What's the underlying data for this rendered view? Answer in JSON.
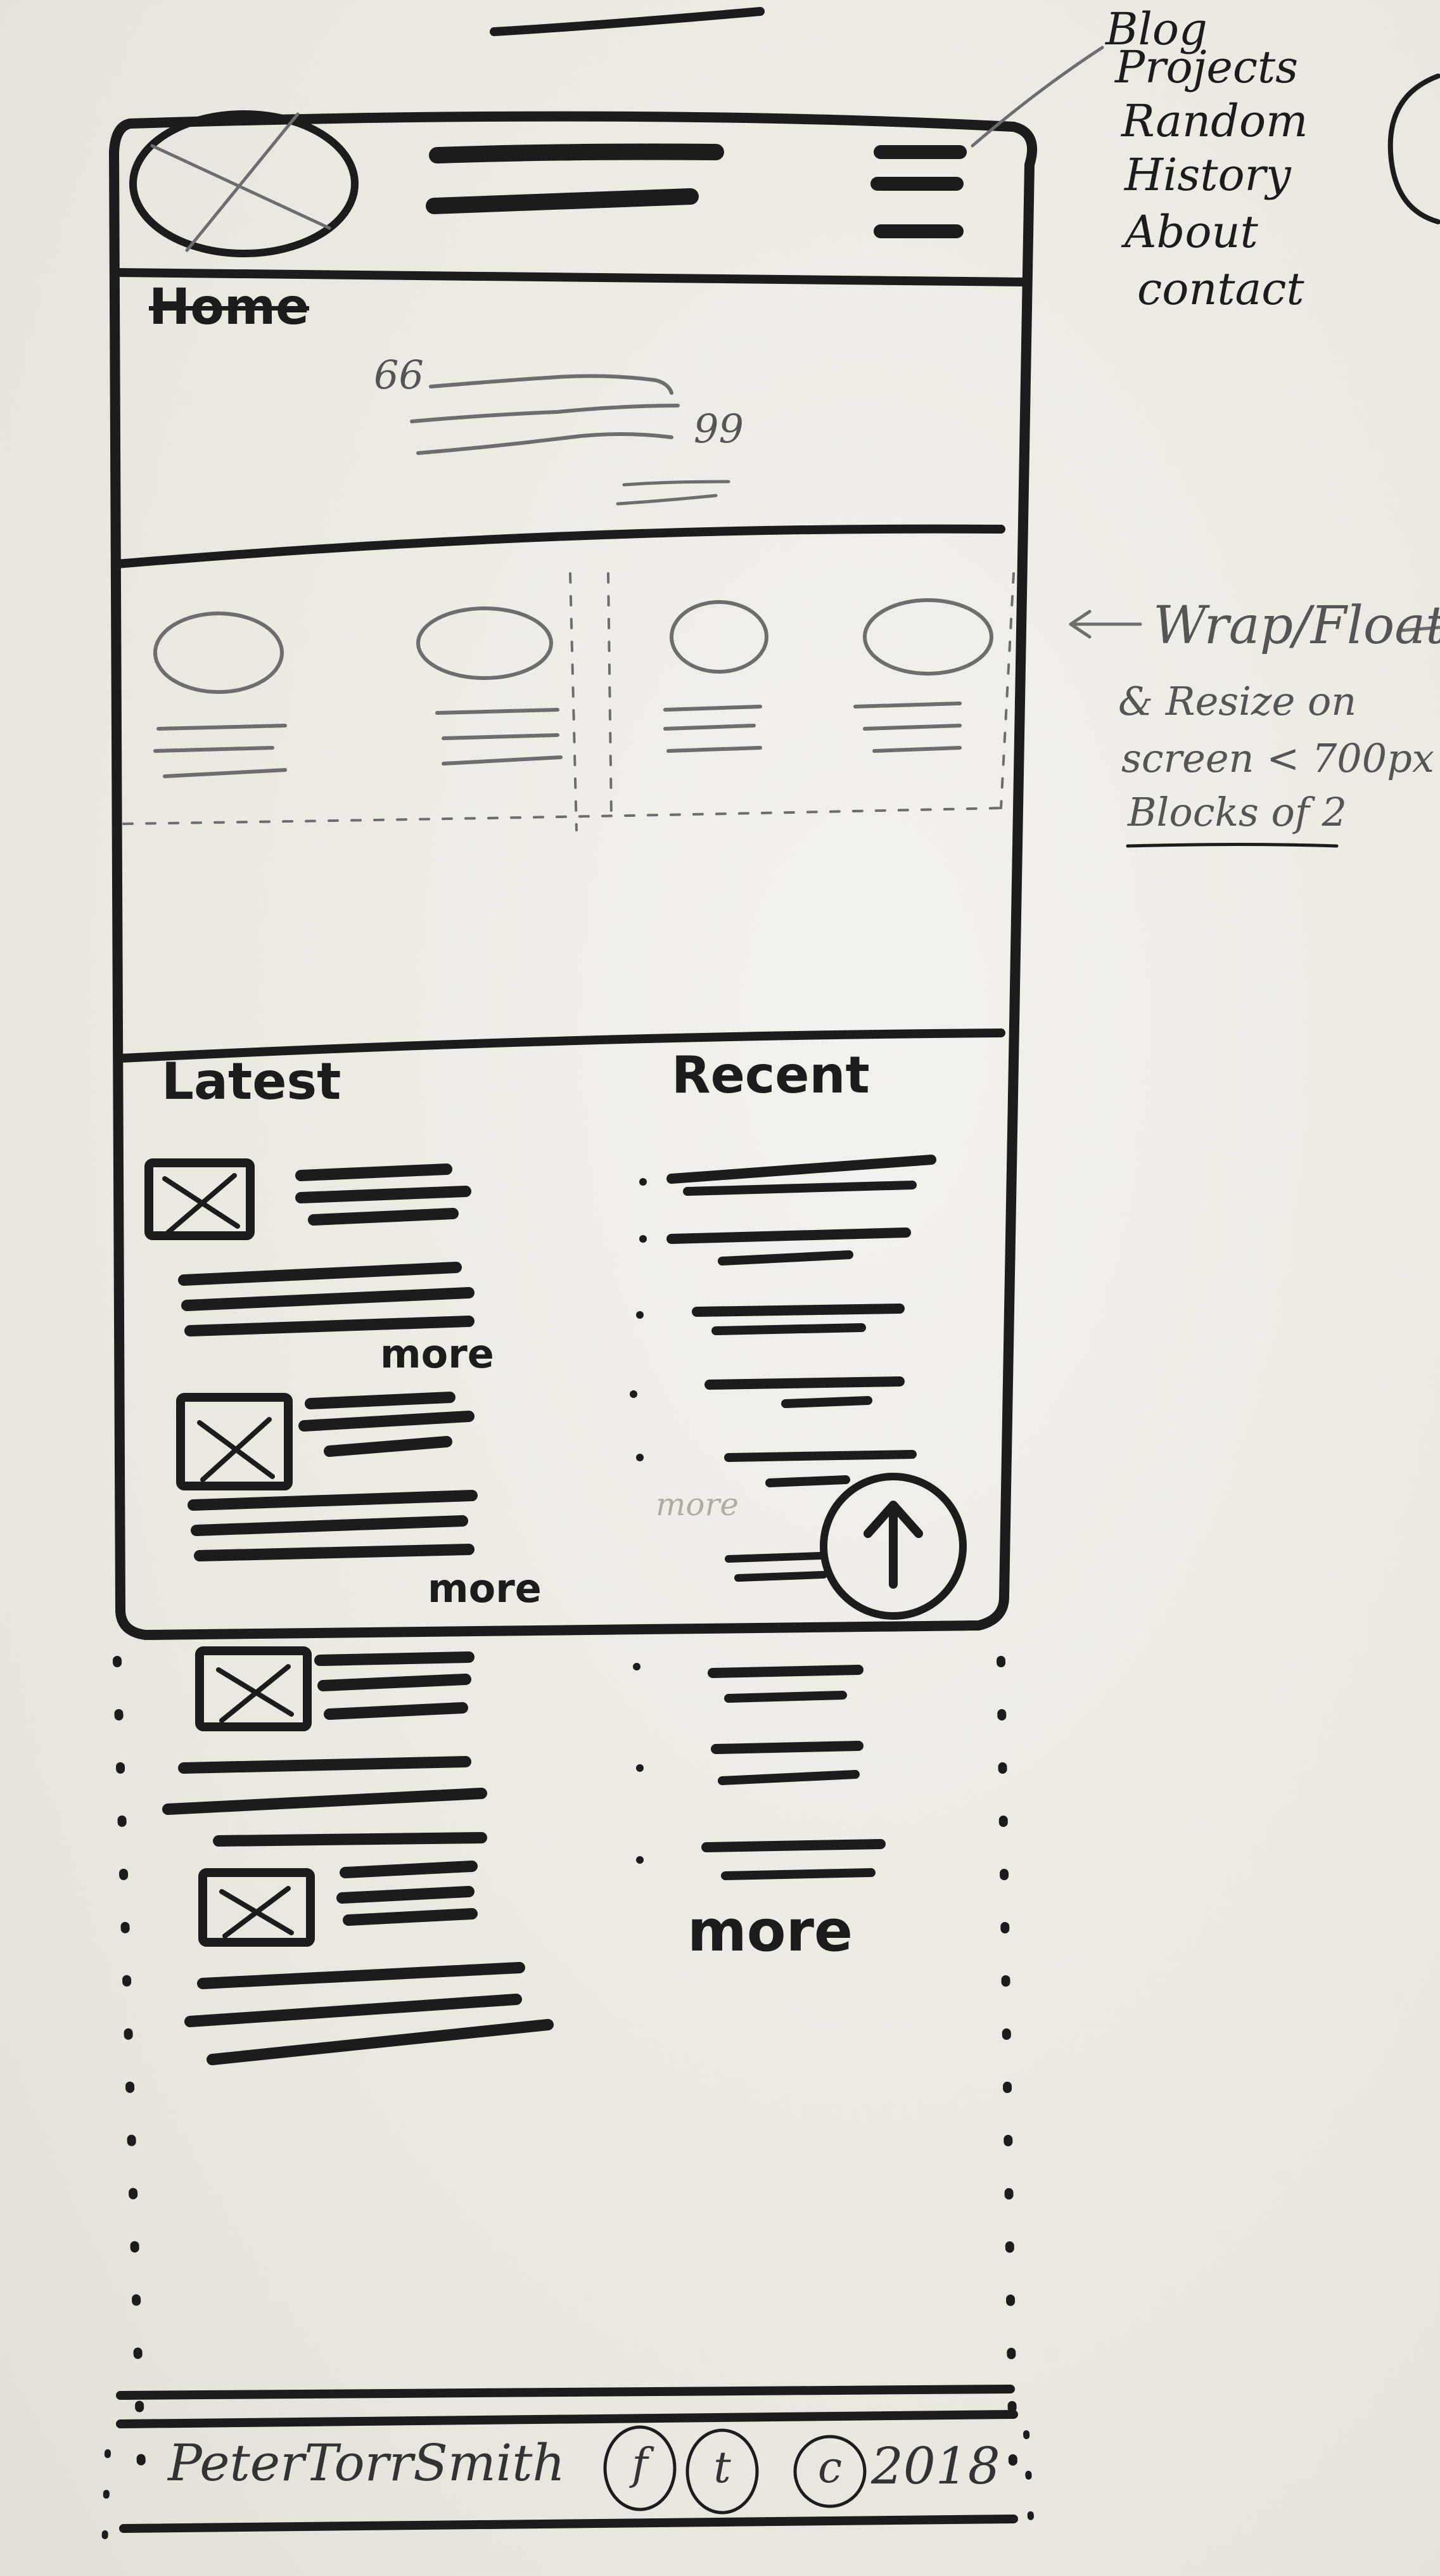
{
  "sketch": {
    "top_mark": "",
    "nav_menu": {
      "items": [
        "Blog",
        "Projects",
        "Random",
        "History",
        "About",
        "contact"
      ]
    },
    "hero": {
      "page_label": "Home",
      "quote_open": "66",
      "quote_close": "99"
    },
    "features": {
      "annotation_arrow_label": "Wrap/Float",
      "annotation_note_1": "& Resize on",
      "annotation_note_2": "screen < 700px",
      "annotation_note_3": "Blocks of 2"
    },
    "columns": {
      "latest_heading": "Latest",
      "recent_heading": "Recent",
      "more_label": "more",
      "more_label_faded": "more"
    },
    "footer": {
      "name": "PeterTorrSmith",
      "facebook_letter": "f",
      "twitter_letter": "t",
      "copyright_symbol": "c",
      "year": "2018"
    }
  }
}
